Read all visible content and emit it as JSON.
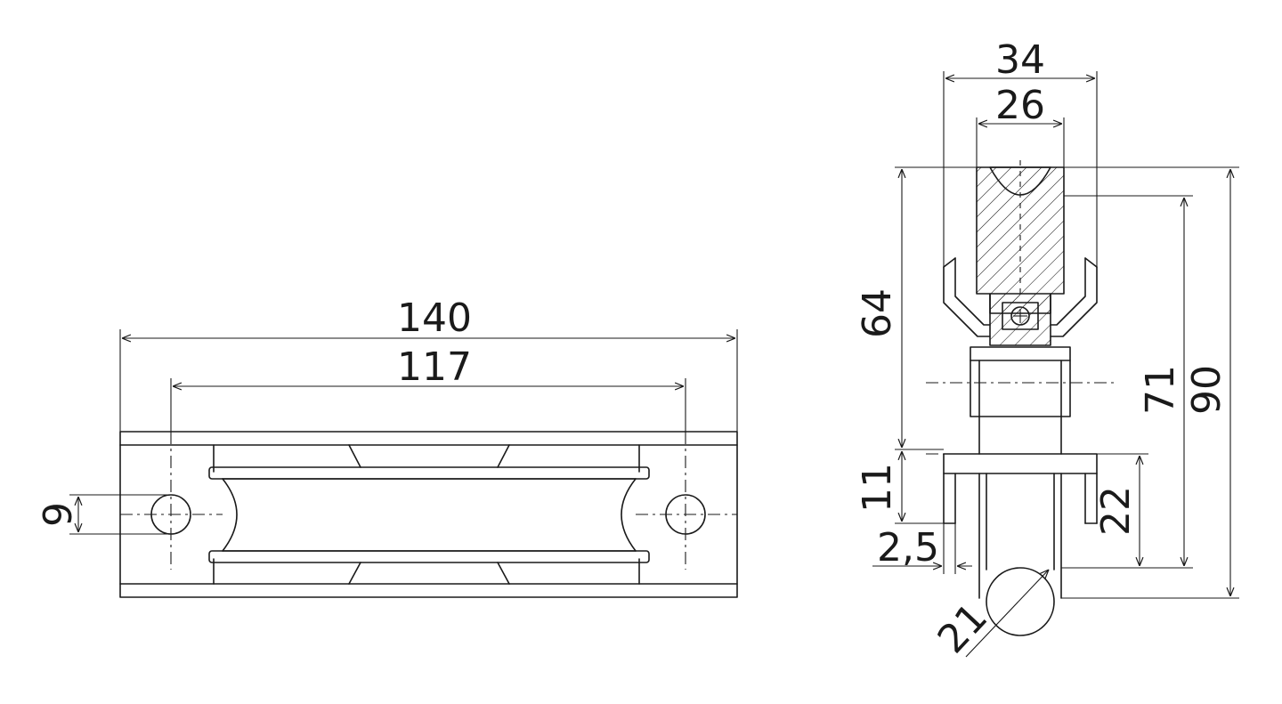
{
  "front_view": {
    "dimensions": {
      "overall_width": "140",
      "hole_spacing": "117",
      "hole_diameter": "9"
    }
  },
  "side_view": {
    "dimensions": {
      "overall_width": "34",
      "wheel_width": "26",
      "height_64": "64",
      "height_11": "11",
      "thickness": "2,5",
      "height_71": "71",
      "height_90": "90",
      "height_22": "22",
      "rail_diameter": "21"
    }
  }
}
